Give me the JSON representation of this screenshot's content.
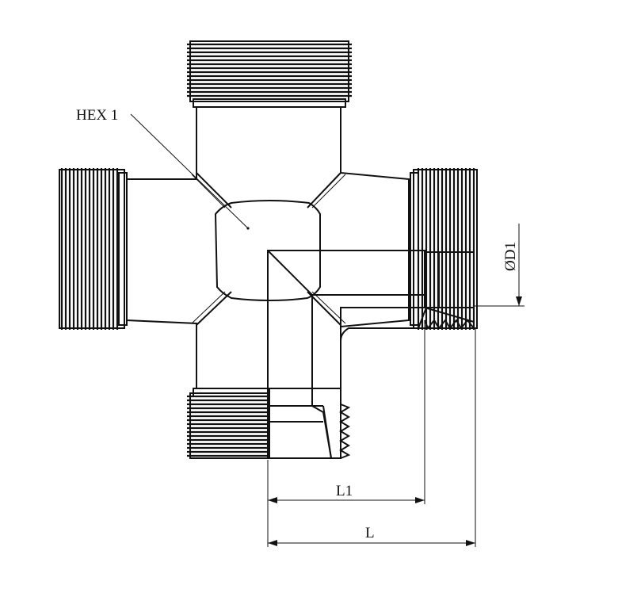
{
  "drawing": {
    "labels": {
      "hex": "HEX 1",
      "diameter": "ØD1",
      "length_short": "L1",
      "length_total": "L"
    }
  }
}
